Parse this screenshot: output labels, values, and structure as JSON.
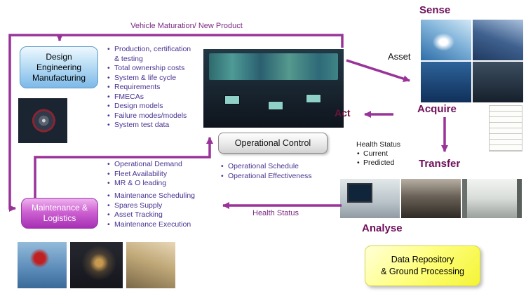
{
  "colors": {
    "arrow": "#993399",
    "stage_label": "#6e0f5a",
    "act_label": "#70123c",
    "bullet_text": "#4a3390",
    "arrow_label": "#7b2982",
    "design_box_fill": "#7db9e8",
    "maintenance_box_fill": "#a62fb4",
    "data_repository_fill": "#f4f436"
  },
  "top": {
    "vehicle_maturation": "Vehicle  Maturation/ New Product"
  },
  "stages": {
    "sense": "Sense",
    "acquire": "Acquire",
    "transfer": "Transfer",
    "analyse": "Analyse",
    "act": "Act"
  },
  "asset_label": "Asset",
  "boxes": {
    "design": "Design Engineering Manufacturing",
    "maintenance_lines": [
      "Maintenance &",
      "Logistics"
    ],
    "operational_control": "Operational Control",
    "data_repository_lines": [
      "Data Repository",
      "& Ground Processing"
    ]
  },
  "design_bullets": [
    "Production, certification & testing",
    "Total ownership costs",
    "System & life cycle",
    "Requirements",
    "FMECAs",
    "Design models",
    "Failure modes/models",
    "System test data"
  ],
  "ops_bullets": [
    "Operational Schedule",
    "Operational Effectiveness"
  ],
  "maintenance_bullets_top": [
    "Operational Demand",
    "Fleet Availability",
    "MR & O leading"
  ],
  "maintenance_bullets_bottom": [
    "Maintenance Scheduling",
    "Spares Supply",
    "Asset Tracking",
    "Maintenance Execution"
  ],
  "health_status": {
    "title": "Health Status",
    "items": [
      "Current",
      "Predicted"
    ]
  },
  "arrow_labels": {
    "health_status": "Health Status"
  },
  "photos": {
    "engine": "jet-engine-photo",
    "control_room": "operations-control-room-photo",
    "assets": [
      "airliner-photo",
      "fighter-jet-photo",
      "naval-vessel-photo",
      "helicopter-photo"
    ],
    "document": "data-sheet-photo",
    "analyse": [
      "workstation-photo",
      "laptop-typing-photo",
      "equipment-room-photo"
    ],
    "bottom": [
      "helicopter-hoist-photo",
      "night-maintenance-photo",
      "field-laptop-photo"
    ]
  }
}
